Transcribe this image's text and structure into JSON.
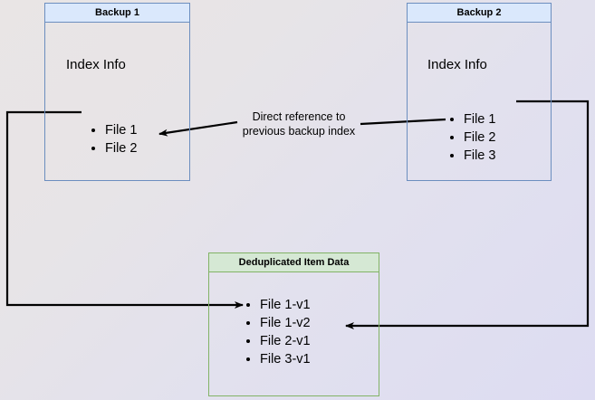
{
  "diagram": {
    "title_hidden": "Backup deduplication index reference diagram",
    "background": {
      "from_color": "#e9e5e5",
      "to_color": "#dddcf2"
    },
    "colors": {
      "blue_fill": "#dae8fc",
      "blue_stroke": "#6c8ebf",
      "green_fill": "#d5e8d4",
      "green_stroke": "#82b366",
      "line": "#000000"
    },
    "nodes": {
      "backup1": {
        "header": "Backup 1",
        "section_title": "Index Info",
        "files": [
          "File 1",
          "File 2"
        ]
      },
      "backup2": {
        "header": "Backup 2",
        "section_title": "Index Info",
        "files": [
          "File 1",
          "File 2",
          "File 3"
        ]
      },
      "dedup": {
        "header": "Deduplicated Item Data",
        "files": [
          "File 1-v1",
          "File 1-v2",
          "File 2-v1",
          "File 3-v1"
        ]
      }
    },
    "edges": {
      "direct_reference_label_line1": "Direct reference to",
      "direct_reference_label_line2": "previous backup index"
    }
  }
}
